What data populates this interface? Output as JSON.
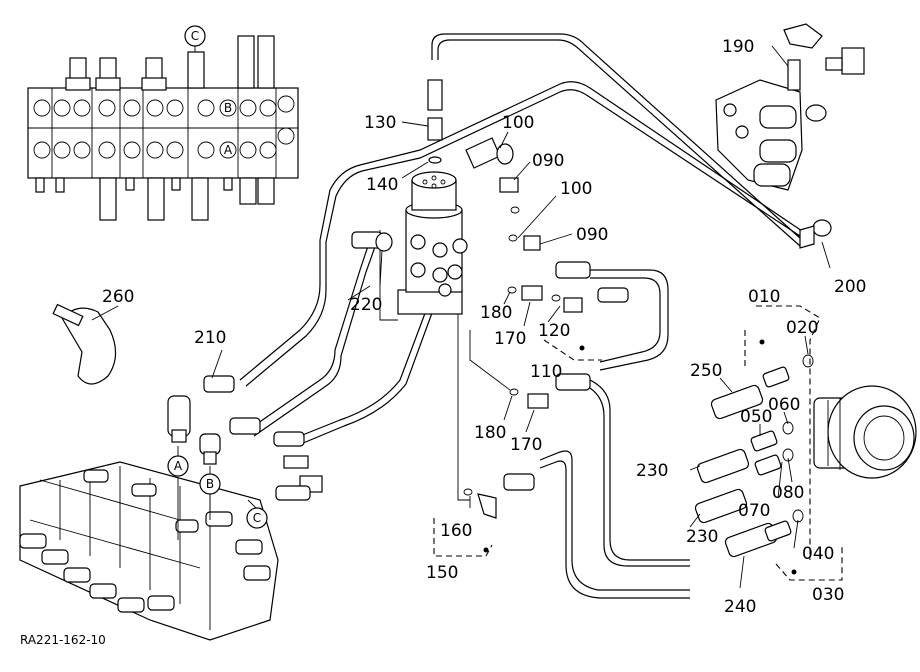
{
  "figure_code": "RA221-162-10",
  "part_labels": {
    "p010": "010",
    "p020": "020",
    "p030": "030",
    "p040": "040",
    "p050": "050",
    "p060": "060",
    "p070": "070",
    "p080": "080",
    "p090a": "090",
    "p090b": "090",
    "p100a": "100",
    "p100b": "100",
    "p110": "110",
    "p120": "120",
    "p130": "130",
    "p140": "140",
    "p150": "150",
    "p160": "160",
    "p170a": "170",
    "p170b": "170",
    "p180a": "180",
    "p180b": "180",
    "p190": "190",
    "p200": "200",
    "p210": "210",
    "p220": "220",
    "p230a": "230",
    "p230b": "230",
    "p240": "240",
    "p250": "250",
    "p260": "260"
  },
  "port_markers": {
    "a_top": "A",
    "b_top": "B",
    "c_top": "C",
    "a_valve": "A",
    "b_valve": "B",
    "c_valve": "C"
  }
}
